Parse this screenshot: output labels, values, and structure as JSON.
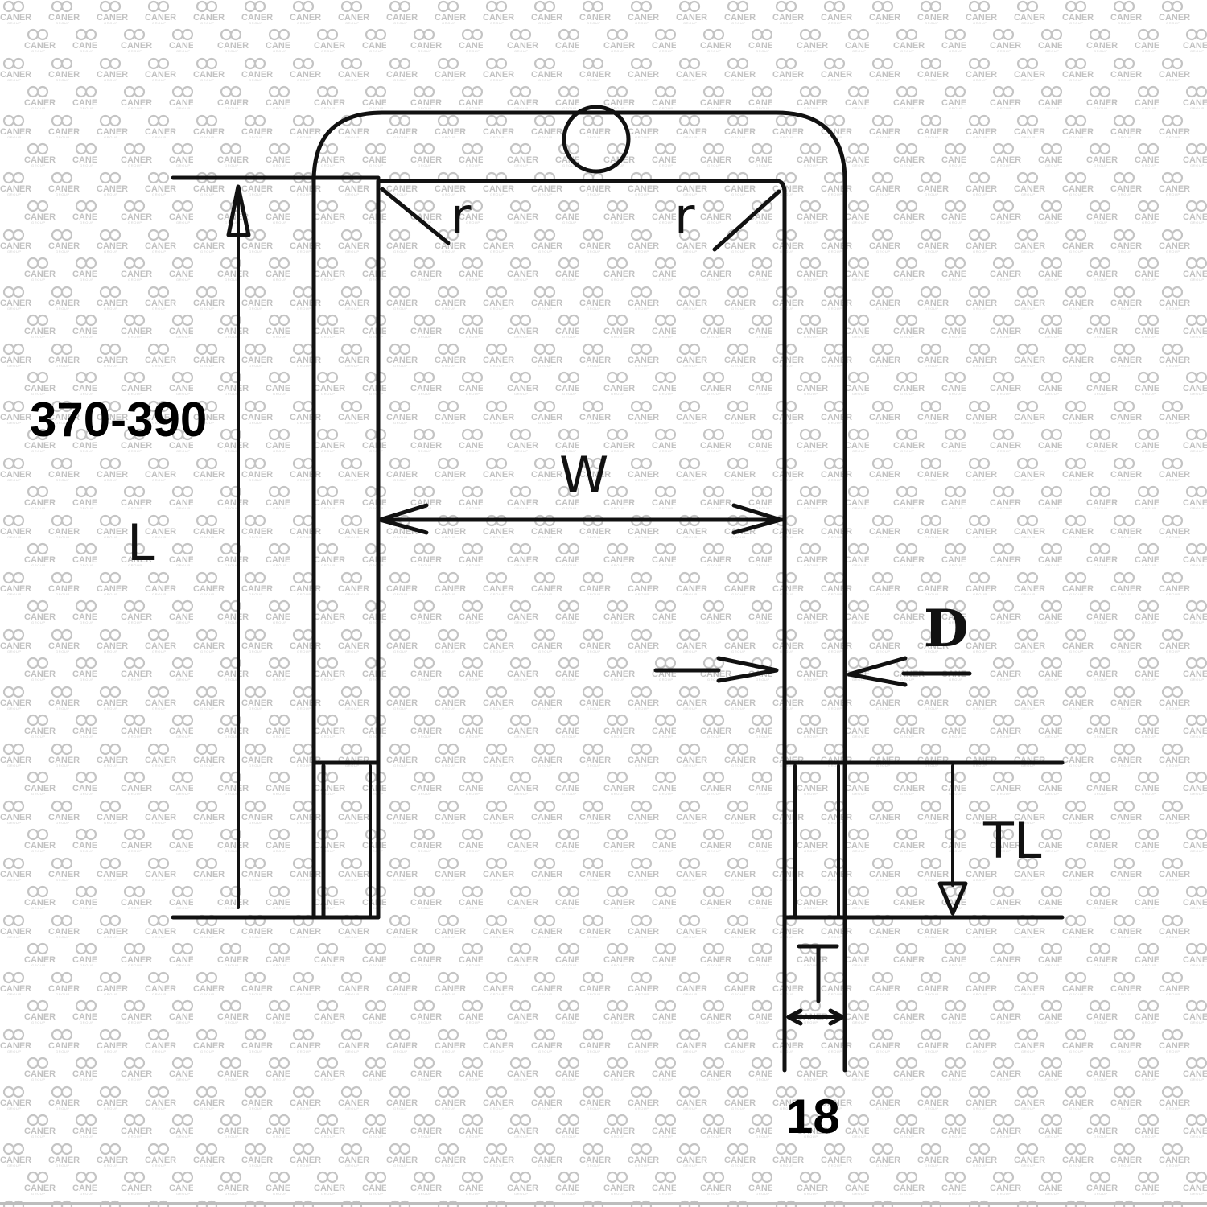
{
  "watermark": {
    "brand": "CANER",
    "sub": "GROUP",
    "logo_icon": "infinity-loop-icon",
    "color": "#c4c4c4"
  },
  "drawing": {
    "subject": "U-bolt dimension drawing",
    "line_color": "#111111",
    "labels": {
      "length_symbol": "L",
      "length_value": "370-390",
      "width_symbol": "W",
      "radius_left": "r",
      "radius_right": "r",
      "diameter_symbol": "D",
      "thread_length_symbol": "TL",
      "thread_symbol": "T",
      "thread_value": "18"
    }
  }
}
